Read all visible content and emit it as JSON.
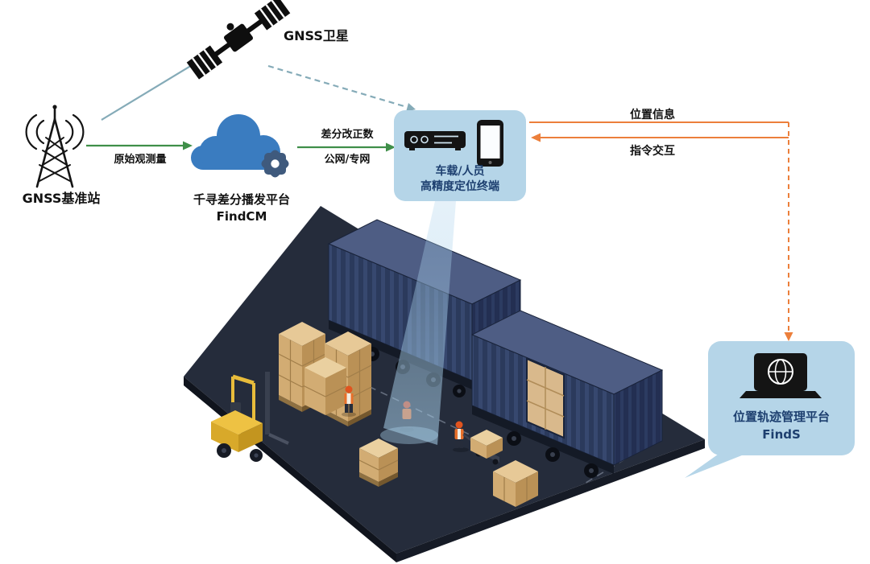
{
  "nodes": {
    "satellite": {
      "label": "GNSS卫星"
    },
    "base_station": {
      "label": "GNSS基准站"
    },
    "cloud_platform": {
      "line1": "千寻差分播发平台",
      "line2": "FindCM"
    },
    "terminal": {
      "line1": "车载/人员",
      "line2": "高精度定位终端"
    },
    "management_platform": {
      "line1": "位置轨迹管理平台",
      "line2": "FindS"
    }
  },
  "links": {
    "raw_observation": {
      "label": "原始观测量"
    },
    "corrections": {
      "line1": "差分改正数",
      "line2": "公网/专网"
    },
    "position_info": {
      "label": "位置信息"
    },
    "command_exchange": {
      "label": "指令交互"
    }
  },
  "icons": {
    "satellite": "satellite-icon",
    "base_station": "radio-tower-icon",
    "cloud_platform": "cloud-gear-icon",
    "terminal_receiver": "receiver-box-icon",
    "terminal_phone": "smartphone-icon",
    "management_platform": "laptop-globe-icon"
  },
  "colors": {
    "card_blue": "#b5d5e8",
    "cloud_blue": "#3a7cc0",
    "gear_blue": "#3f5a7d",
    "label_navy": "#1d3f6f",
    "arrow_green": "#3f8f49",
    "arrow_orange": "#ec7f3b",
    "line_teal": "#85abb8",
    "floor_dark": "#252c3b",
    "container_navy": "#2b3a5c",
    "box_tan": "#d2ac73",
    "forklift_yellow": "#eec243",
    "beam_blue": "#a9d1ec"
  }
}
